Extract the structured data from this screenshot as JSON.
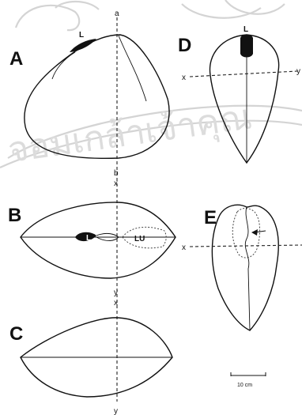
{
  "watermark": {
    "text": "จอมเกล้าเจ้าคุณ",
    "color": "#d8d8d8"
  },
  "panels": {
    "A": {
      "letter": "A",
      "ligament_label": "L",
      "axis_top": "a",
      "axis_bottom": "b"
    },
    "B": {
      "letter": "B",
      "ligament_label": "L",
      "lunule_label": "LU",
      "axis_top": "x",
      "axis_bottom": "y"
    },
    "C": {
      "letter": "C",
      "axis_top": "x",
      "axis_bottom": "y"
    },
    "D": {
      "letter": "D",
      "ligament_label": "L",
      "axis_left": "x",
      "axis_right": "y"
    },
    "E": {
      "letter": "E",
      "axis_left": "x"
    }
  },
  "scale_bar": {
    "label": "10 cm"
  }
}
